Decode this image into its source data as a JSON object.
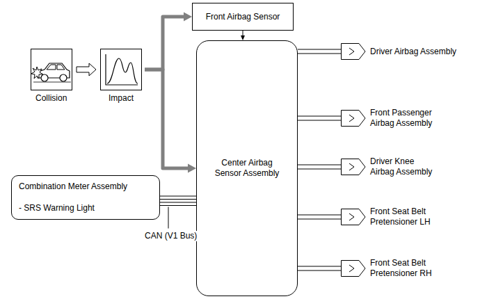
{
  "diagram": {
    "nodes": [
      {
        "text": [
          "Front Airbag Sensor"
        ]
      },
      {
        "text": [
          "Collision"
        ]
      },
      {
        "text": [
          "Impact"
        ]
      },
      {
        "text": [
          "Combination Meter Assembly",
          "- SRS Warning Light"
        ]
      },
      {
        "text": [
          "Center Airbag Sensor Assembly"
        ]
      },
      {
        "text": [
          "Driver Airbag Assembly"
        ]
      },
      {
        "text": [
          "Front Passenger Airbag Assembly"
        ]
      },
      {
        "text": [
          "Driver Knee Airbag Assembly"
        ]
      },
      {
        "text": [
          "Front Seat Belt Pretensioner LH"
        ]
      },
      {
        "text": [
          "Front Seat Belt Pretensioner RH"
        ]
      }
    ],
    "edges": [
      {
        "from": 1,
        "to": 2,
        "arrow": "to"
      },
      {
        "from": 2,
        "to": 0,
        "arrow": "to"
      },
      {
        "from": 2,
        "to": 4,
        "arrow": "to"
      },
      {
        "from": 0,
        "to": 4,
        "arrow": "to"
      },
      {
        "from": 3,
        "to": 4,
        "arrow": "none",
        "label": "CAN (V1 Bus)"
      },
      {
        "from": 4,
        "to": 5,
        "arrow": "none"
      },
      {
        "from": 4,
        "to": 6,
        "arrow": "none"
      },
      {
        "from": 4,
        "to": 7,
        "arrow": "none"
      },
      {
        "from": 4,
        "to": 8,
        "arrow": "none"
      },
      {
        "from": 4,
        "to": 9,
        "arrow": "none"
      }
    ]
  }
}
